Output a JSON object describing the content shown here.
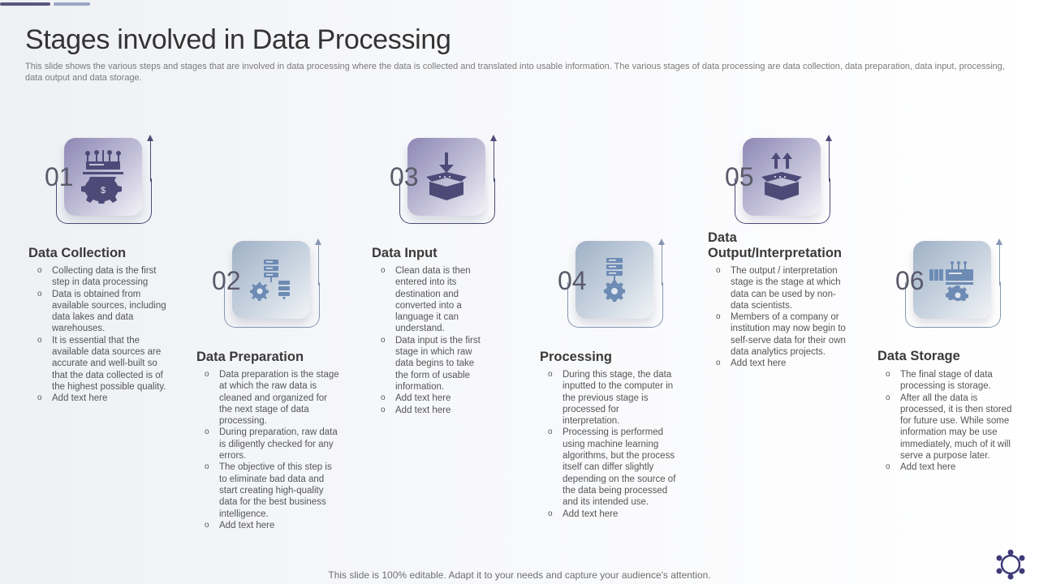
{
  "title": "Stages involved in Data Processing",
  "subtitle": "This slide shows the various steps and stages that are involved  in data processing where the data is collected and translated into usable information. The various stages of data processing are data collection, data preparation, data input, processing, data output and data storage.",
  "stages": [
    {
      "number": "01",
      "title": "Data Collection",
      "icon": "data-funnel-dollar-gear-icon",
      "bullets": [
        "Collecting data is the first step in data processing",
        "Data is obtained from available sources, including data lakes and data warehouses.",
        "It is essential that the available data sources are accurate and well-built so that the data collected is of the highest possible quality.",
        "Add text here"
      ]
    },
    {
      "number": "02",
      "title": "Data Preparation",
      "icon": "gear-servers-icon",
      "bullets": [
        "Data preparation is the stage at which the raw data is cleaned and organized for the next stage of data processing.",
        "During preparation, raw data is diligently checked for any errors.",
        "The objective of this step is to eliminate bad data and start creating high-quality data for the best business intelligence.",
        "Add text here"
      ]
    },
    {
      "number": "03",
      "title": "Data Input",
      "icon": "box-arrow-down-icon",
      "bullets": [
        "Clean data is then entered into its destination and converted into a language it can understand.",
        "Data input is the first stage in which raw data begins to take the form of usable information.",
        "Add text here",
        "Add text here"
      ]
    },
    {
      "number": "04",
      "title": "Processing",
      "icon": "server-gear-icon",
      "bullets": [
        "During this stage, the data inputted to the computer in the previous stage is processed for interpretation.",
        "Processing is performed using machine learning algorithms, but the process itself can differ slightly depending on the source of the data being processed and its intended use.",
        "Add text here"
      ]
    },
    {
      "number": "05",
      "title": "Data Output/Interpretation",
      "icon": "box-arrows-up-icon",
      "bullets": [
        "The output / interpretation stage is the stage at which data can be used by non-data scientists.",
        "Members of a company or institution may now begin to self-serve data for their own data analytics projects.",
        "Add text here"
      ]
    },
    {
      "number": "06",
      "title": "Data Storage",
      "icon": "storage-array-gear-icon",
      "bullets": [
        "The final stage of data processing is storage.",
        "After  all the data is processed, it is then stored for future use. While some information may be use immediately, much of it will serve a purpose later.",
        "Add text here"
      ]
    }
  ],
  "footer": "This slide is 100% editable. Adapt it to your needs and capture your audience's attention.",
  "colors": {
    "accent_dark": "#4e4a78",
    "accent_light": "#8796b2"
  }
}
